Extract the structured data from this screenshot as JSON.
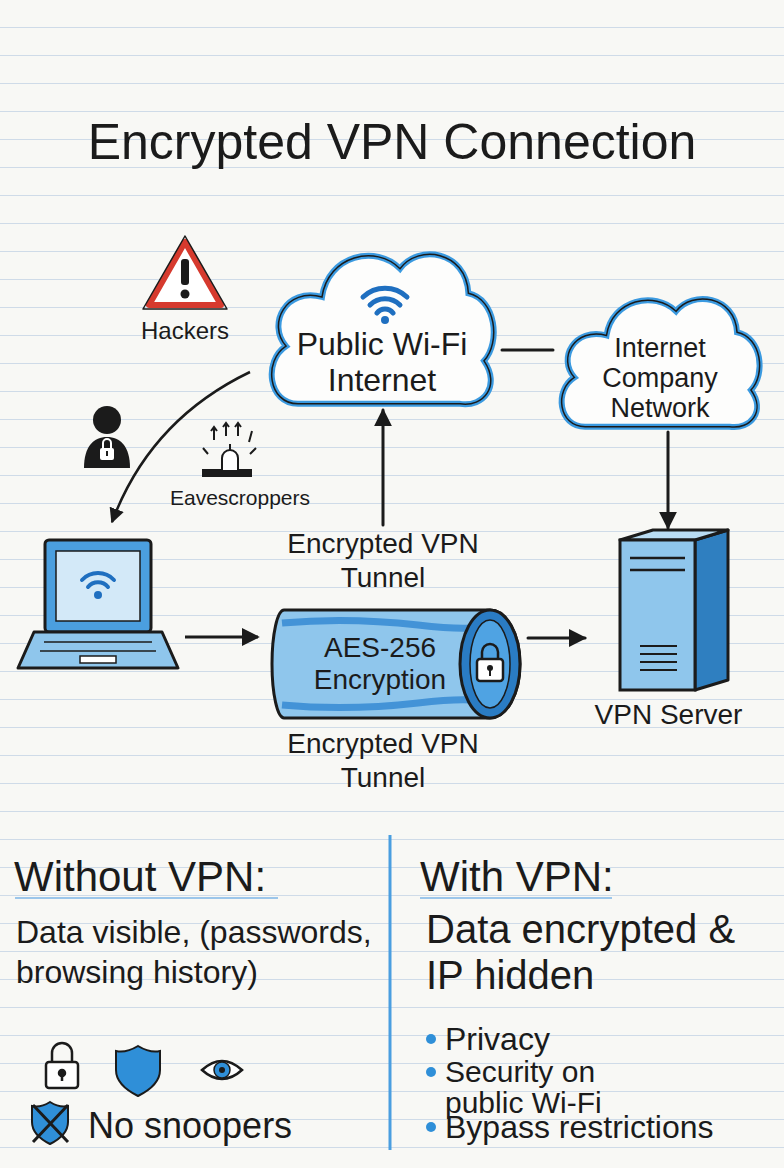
{
  "diagram": {
    "title": "Encrypted VPN Connection",
    "nodes": [
      {
        "text": [
          "Public Wi-Fi Internet"
        ]
      },
      {
        "text": [
          "Internet Company Network"
        ]
      },
      {
        "text": [
          "Encrypted VPN Tunnel",
          "AES-256 Encryption",
          "Encrypted VPN Tunnel"
        ]
      },
      {
        "text": [
          "VPN Server"
        ]
      }
    ],
    "edges": [
      {
        "from": 0,
        "to": 1,
        "arrow": "none"
      },
      {
        "from": 1,
        "to": 3,
        "arrow": "to"
      },
      {
        "from": 2,
        "to": 0,
        "arrow": "to"
      },
      {
        "from": 2,
        "to": 3,
        "arrow": "to"
      }
    ],
    "labels": [
      "Hackers",
      "Eavescroppers",
      "Without VPN:",
      "Data visible, (passwords, browsing history)",
      "No snoopers",
      "With VPN:",
      "Data encrypted & IP hidden",
      "Privacy",
      "Security on public Wi-Fi",
      "Bypass restrictions"
    ]
  }
}
